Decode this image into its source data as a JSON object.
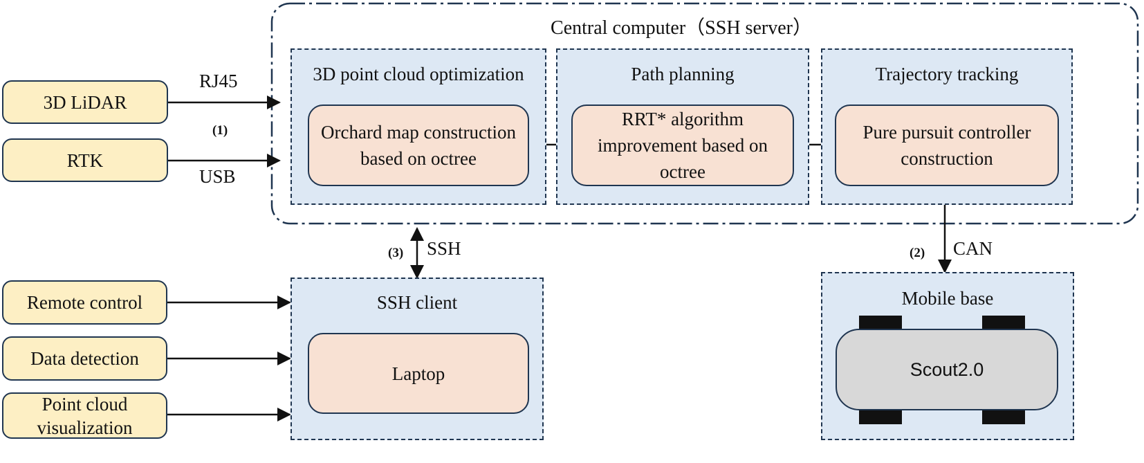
{
  "central_computer": {
    "title": "Central computer（SSH  server）",
    "modules": [
      {
        "title": "3D point cloud optimization",
        "inner": "Orchard map construction based on octree"
      },
      {
        "title": "Path planning",
        "inner": "RRT* algorithm improvement based on octree"
      },
      {
        "title": "Trajectory tracking",
        "inner": "Pure pursuit controller construction"
      }
    ]
  },
  "inputs_top": [
    "3D LiDAR",
    "RTK"
  ],
  "links_top": {
    "upper": "RJ45",
    "index": "(1)",
    "lower": "USB"
  },
  "ssh_link": {
    "index": "(3)",
    "label": "SSH"
  },
  "can_link": {
    "index": "(2)",
    "label": "CAN"
  },
  "ssh_client": {
    "title": "SSH client",
    "inner": "Laptop"
  },
  "inputs_bottom": [
    "Remote control",
    "Data detection",
    "Point cloud visualization"
  ],
  "mobile_base": {
    "title": "Mobile base",
    "vehicle": "Scout2.0"
  },
  "colors": {
    "input_fill": "#fdefc4",
    "module_fill": "#dde8f4",
    "inner_fill": "#f8e1d3",
    "vehicle_fill": "#d8d8d8",
    "stroke": "#1f3550"
  }
}
